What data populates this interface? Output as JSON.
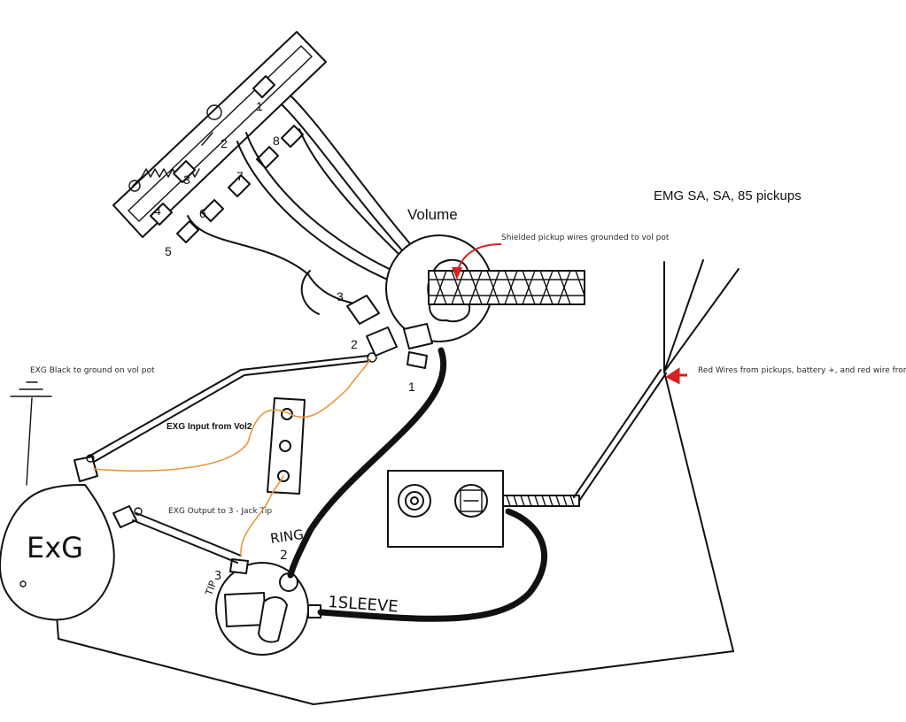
{
  "labels": {
    "volume": "Volume",
    "title": "EMG SA, SA, 85 pickups",
    "shielded_note": "Shielded pickup wires grounded to vol pot",
    "red_wires_note": "Red Wires from pickups, battery +, and red wire from EXG",
    "exg_black_note": "EXG Black to ground on vol pot",
    "exg_input_note": "EXG Input from Vol2",
    "exg_output_note": "EXG Output to 3 - Jack Tip",
    "exg_unit": "ExG",
    "jack_ring": "RING",
    "jack_ring_num": "2",
    "jack_tip": "TIP",
    "jack_tip_num": "3",
    "jack_sleeve": "1SLEEVE",
    "pot_lug_1": "1",
    "pot_lug_2": "2",
    "pot_lug_3": "3",
    "switch_1": "1",
    "switch_2": "2",
    "switch_3": "3",
    "switch_4": "4",
    "switch_5": "5",
    "switch_6": "6",
    "switch_7": "7",
    "switch_8": "8"
  },
  "colors": {
    "ink": "#111111",
    "orange_wire": "#e8963c",
    "red_arrow": "#d42020"
  }
}
